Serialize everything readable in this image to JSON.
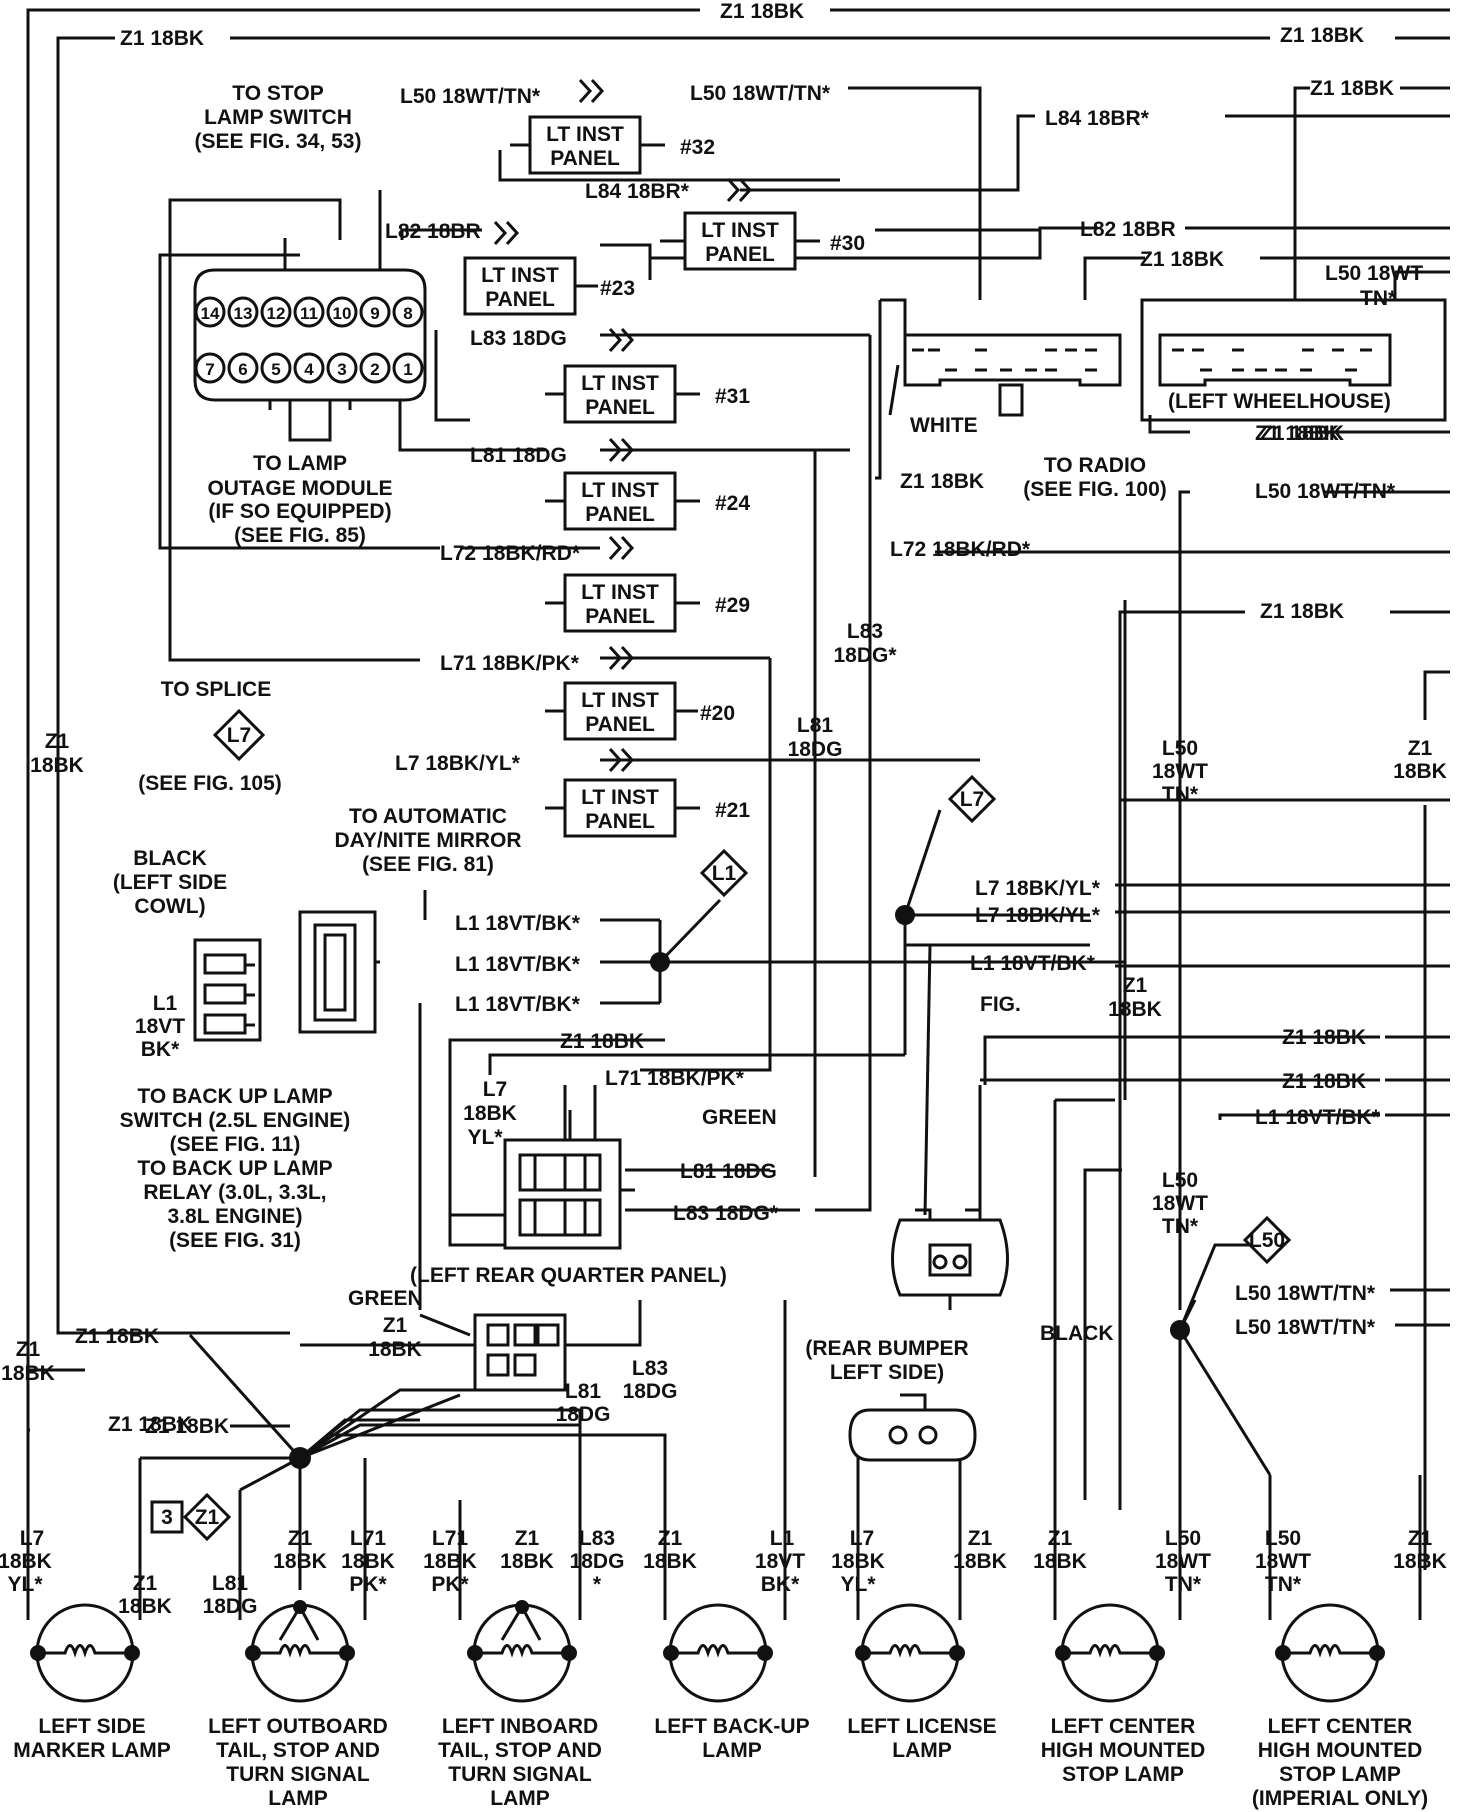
{
  "wire": {
    "z1": "Z1 18BK",
    "z1_line1": "Z1",
    "bk_line2": "18BK",
    "l50": "L50 18WT/TN*",
    "l50_short": "L50 18WT",
    "l50_tn": "TN*",
    "l50_line1": "L50",
    "wt_line2": "18WT",
    "l84": "L84 18BR*",
    "l82": "L82 18BR",
    "l83": "L83 18DG",
    "l83_star": "L83 18DG*",
    "l83_line1": "L83",
    "dg_line2": "18DG",
    "dg_star_line2": "18DG*",
    "l81": "L81 18DG",
    "l81_line1": "L81",
    "l72": "L72 18BK/RD*",
    "l71": "L71 18BK/PK*",
    "l71_line1": "L71",
    "pk_line2": "18BK",
    "pk_line3": "PK*",
    "l7": "L7 18BK/YL*",
    "l7_line1": "L7",
    "yl_line3": "YL*",
    "l1": "L1 18VT/BK*",
    "l1_line1": "L1",
    "vt_line2": "18VT",
    "vt_line3": "BK*",
    "star": "*",
    "fig": "FIG."
  },
  "panels": {
    "line1": "LT INST",
    "line2": "PANEL",
    "p32": "#32",
    "p30": "#30",
    "p23": "#23",
    "p31": "#31",
    "p24": "#24",
    "p29": "#29",
    "p20": "#20",
    "p21": "#21"
  },
  "connector_pins": {
    "top": [
      "14",
      "13",
      "12",
      "11",
      "10",
      "9",
      "8"
    ],
    "bottom": [
      "7",
      "6",
      "5",
      "4",
      "3",
      "2",
      "1"
    ]
  },
  "labels": {
    "stop_switch": [
      "TO STOP",
      "LAMP SWITCH",
      "(SEE FIG. 34, 53)"
    ],
    "lamp_outage": [
      "TO LAMP",
      "OUTAGE MODULE",
      "(IF SO EQUIPPED)",
      "(SEE FIG. 85)"
    ],
    "splice": [
      "TO SPLICE",
      "(SEE FIG. 105)"
    ],
    "mirror": [
      "TO AUTOMATIC",
      "DAY/NITE MIRROR",
      "(SEE FIG. 81)"
    ],
    "black_cowl": [
      "BLACK",
      "(LEFT SIDE",
      "COWL)"
    ],
    "backup_switch": [
      "TO BACK UP LAMP",
      "SWITCH (2.5L ENGINE)",
      "(SEE FIG. 11)",
      "TO BACK UP LAMP",
      "RELAY (3.0L, 3.3L,",
      "3.8L ENGINE)",
      "(SEE FIG. 31)"
    ],
    "radio": [
      "TO RADIO",
      "(SEE FIG. 100)"
    ],
    "white": "WHITE",
    "wheelhouse": "(LEFT WHEELHOUSE)",
    "green": "GREEN",
    "black": "BLACK",
    "rear_quarter": "(LEFT REAR QUARTER PANEL)",
    "rear_bumper": [
      "(REAR BUMPER",
      "LEFT SIDE)"
    ]
  },
  "splices": {
    "l7": "L7",
    "l1": "L1",
    "l50": "L50",
    "z1": "Z1",
    "three": "3"
  },
  "lamps": [
    [
      "LEFT SIDE",
      "MARKER LAMP"
    ],
    [
      "LEFT OUTBOARD",
      "TAIL, STOP AND",
      "TURN SIGNAL",
      "LAMP"
    ],
    [
      "LEFT INBOARD",
      "TAIL, STOP AND",
      "TURN SIGNAL",
      "LAMP"
    ],
    [
      "LEFT BACK-UP",
      "LAMP"
    ],
    [
      "LEFT LICENSE",
      "LAMP"
    ],
    [
      "LEFT CENTER",
      "HIGH MOUNTED",
      "STOP LAMP"
    ],
    [
      "LEFT CENTER",
      "HIGH MOUNTED",
      "STOP LAMP",
      "(IMPERIAL ONLY)"
    ]
  ]
}
